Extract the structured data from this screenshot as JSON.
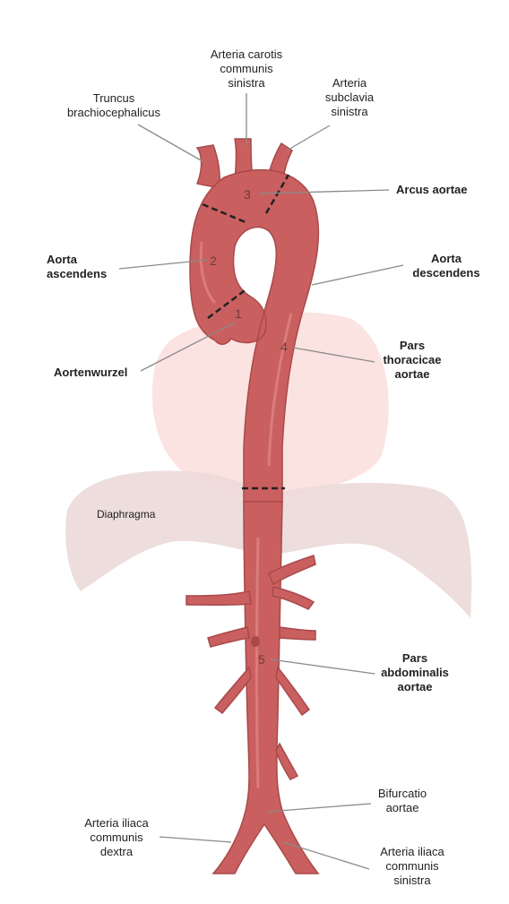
{
  "labels": {
    "carotis": "Arteria carotis\ncommunis\nsinistra",
    "subclavia": "Arteria\nsubclavia\nsinistra",
    "truncus": "Truncus\nbrachiocephalicus",
    "arcus": "Arcus aortae",
    "ascendens": "Aorta\nascendens",
    "descendens": "Aorta\ndescendens",
    "wurzel": "Aortenwurzel",
    "thoracicae": "Pars\nthoracicae\naortae",
    "diaphragma": "Diaphragma",
    "abdominalis": "Pars\nabdominalis\naortae",
    "bifurcatio": "Bifurcatio\naortae",
    "iliaca_dextra": "Arteria iliaca\ncommunis\ndextra",
    "iliaca_sinistra": "Arteria iliaca\ncommunis\nsinistra"
  },
  "segments": [
    "1",
    "2",
    "3",
    "4",
    "5"
  ],
  "colors": {
    "aorta": "#c9605f",
    "aorta_dark": "#a9494a",
    "aorta_light": "#e08a88",
    "heart": "#fbe3e1",
    "diaphragm": "#ecd9d9",
    "leader": "#8a8a8a",
    "dash": "#222222"
  }
}
